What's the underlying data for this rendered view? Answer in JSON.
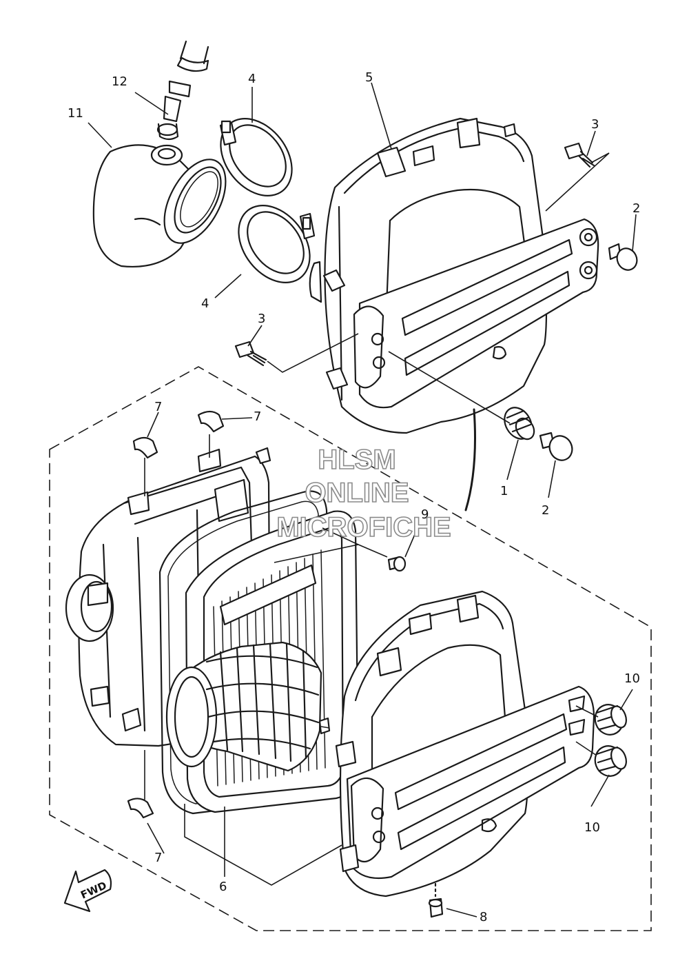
{
  "watermark": {
    "line1": "HLSM",
    "line2": "ONLINE",
    "line3": "MICROFICHE"
  },
  "direction_marker": "FWD",
  "callouts": {
    "c12": "12",
    "c11": "11",
    "c4_top": "4",
    "c4_bottom": "4",
    "c5": "5",
    "c3_right": "3",
    "c3_left": "3",
    "c2_right": "2",
    "c1": "1",
    "c2_lower": "2",
    "c7_left": "7",
    "c7_right": "7",
    "c7_bottom": "7",
    "c9": "9",
    "c10_top": "10",
    "c10_bottom": "10",
    "c6": "6",
    "c8": "8"
  }
}
